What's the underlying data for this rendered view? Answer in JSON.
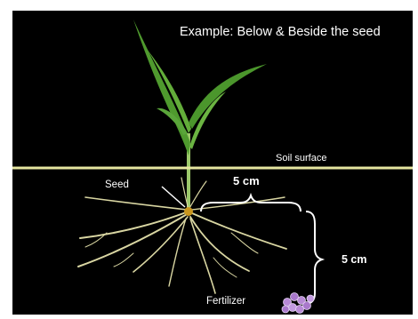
{
  "diagram": {
    "title": "Example: Below & Beside the seed",
    "labels": {
      "soil_surface": "Soil surface",
      "seed": "Seed",
      "horizontal_distance": "5 cm",
      "vertical_distance": "5 cm",
      "fertilizer": "Fertilizer"
    },
    "colors": {
      "background": "#000000",
      "text": "#ffffff",
      "soil_line": "#e6e6a0",
      "plant_leaf": "#5fa83a",
      "root": "#d9d6a2",
      "seed": "#c9961e",
      "fertilizer": "#b88ad6",
      "bracket": "#ffffff"
    },
    "icons": {
      "plant": "maize-seedling-icon",
      "fertilizer": "fertilizer-granules-icon"
    }
  }
}
